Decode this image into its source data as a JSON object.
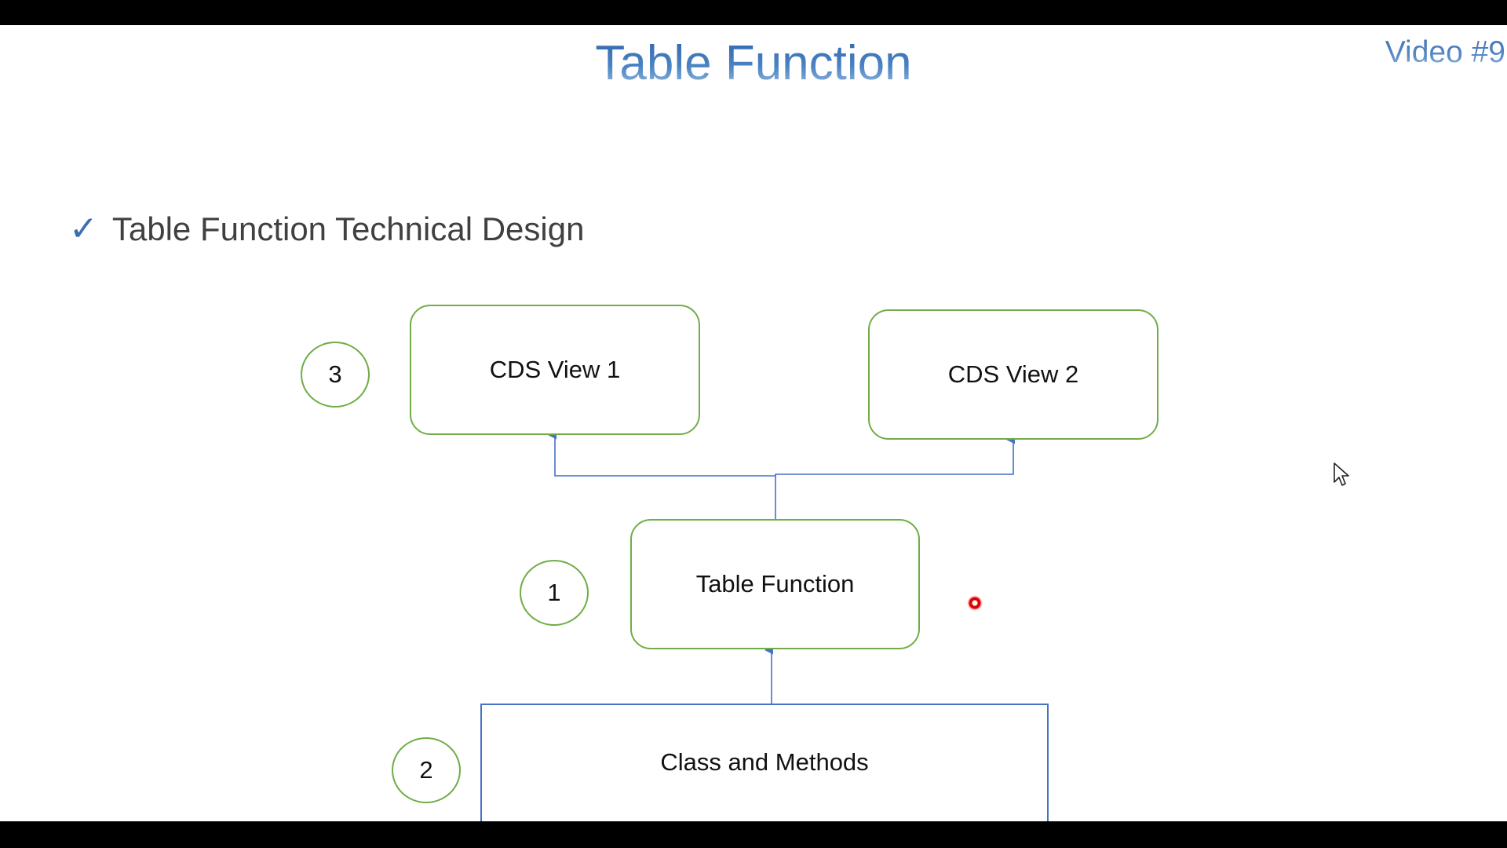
{
  "slide": {
    "title": "Table Function",
    "video_tag": "Video #9",
    "bullet": {
      "icon": "checkmark-icon",
      "check_glyph": "✓",
      "text": "Table Function Technical Design"
    }
  },
  "diagram": {
    "nodes": {
      "cds_view_1": "CDS View 1",
      "cds_view_2": "CDS View 2",
      "table_function": "Table Function",
      "class_methods": "Class and Methods"
    },
    "steps": {
      "step_1": "1",
      "step_2": "2",
      "step_3": "3"
    },
    "edges": [
      {
        "from": "table_function",
        "to": "cds_view_1"
      },
      {
        "from": "table_function",
        "to": "cds_view_2"
      },
      {
        "from": "class_methods",
        "to": "table_function"
      }
    ]
  },
  "colors": {
    "title": "#2e63a8",
    "node_border": "#70ad47",
    "connector": "#4472c4",
    "checkmark": "#3f6db3",
    "pointer_dot": "#e00000"
  },
  "overlay": {
    "pointer": "laser-pointer-dot",
    "cursor": "mouse-cursor-icon"
  }
}
